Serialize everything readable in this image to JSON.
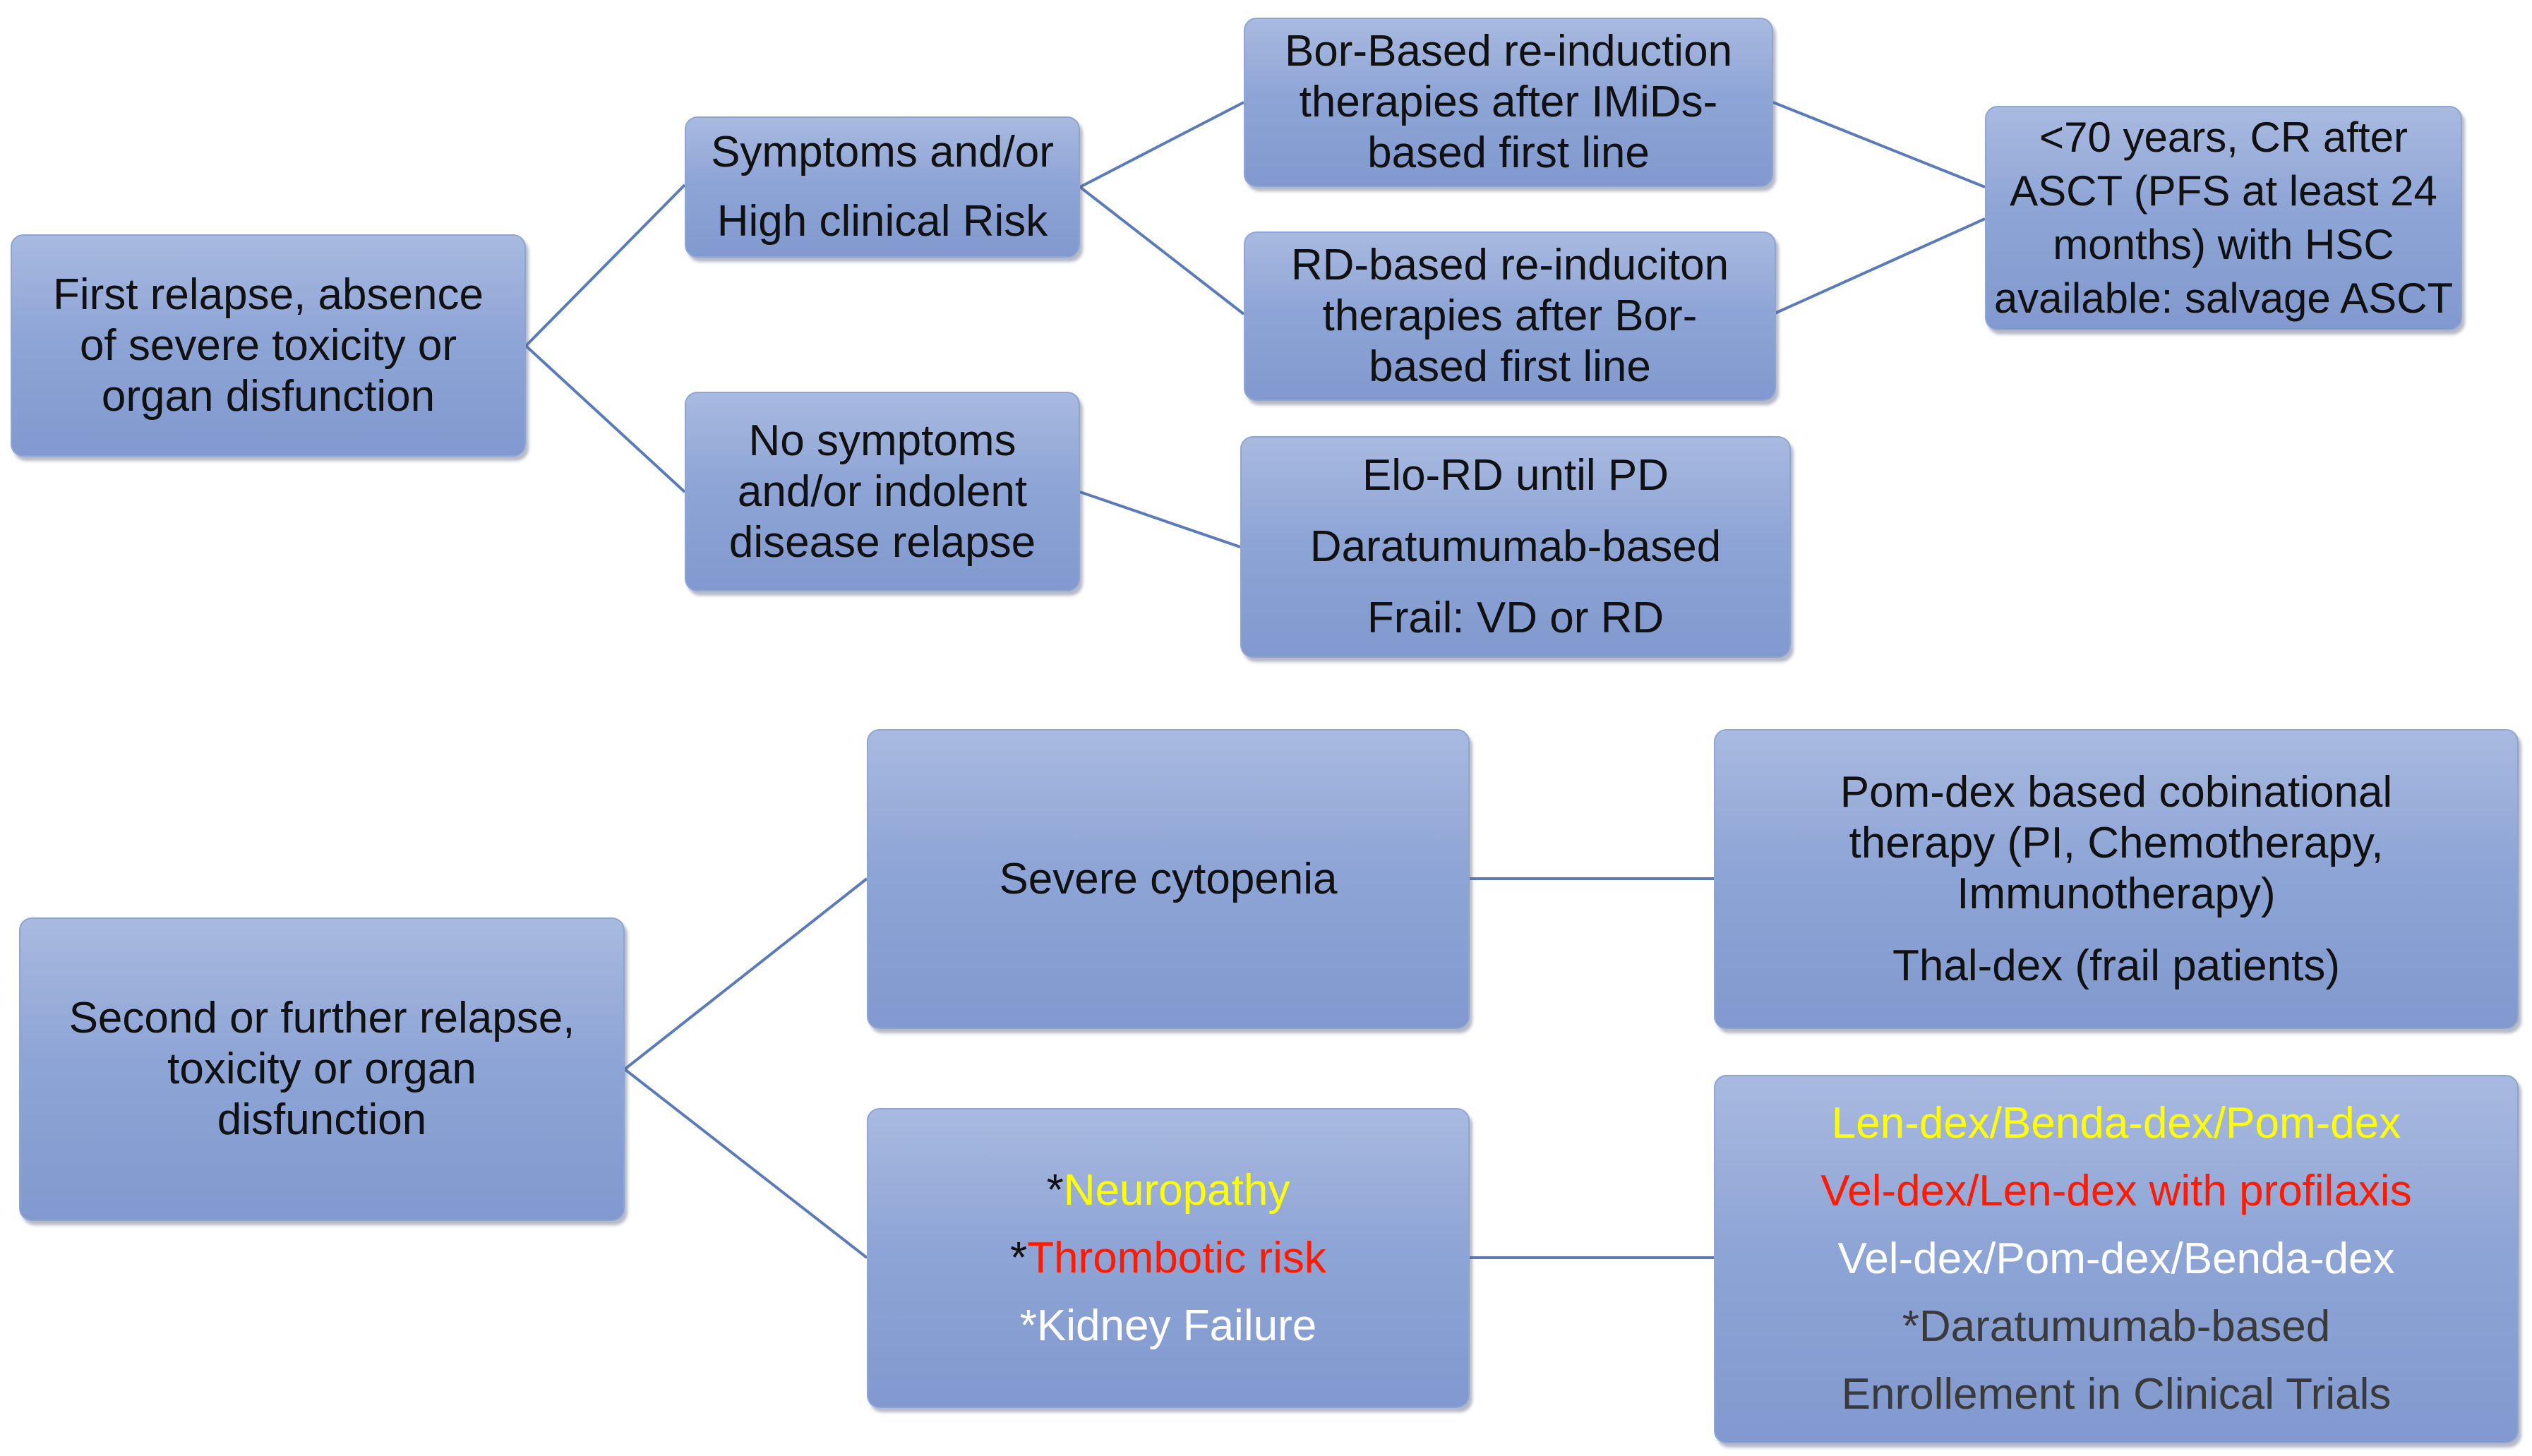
{
  "first_relapse": {
    "root": [
      "First relapse, absence",
      "of severe toxicity or",
      "organ disfunction"
    ],
    "symptoms": [
      "Symptoms and/or",
      "High clinical Risk"
    ],
    "no_symptoms": [
      "No symptoms",
      "and/or indolent",
      "disease relapse"
    ],
    "bor_based": [
      "Bor-Based re-induction",
      "therapies after IMiDs-",
      "based first line"
    ],
    "rd_based": [
      "RD-based re-induciton",
      "therapies after Bor-",
      "based first line"
    ],
    "salvage": [
      "<70 years, CR after",
      "ASCT (PFS at least 24",
      "months) with HSC",
      "available: salvage ASCT"
    ],
    "options": [
      "Elo-RD until PD",
      "Daratumumab-based",
      "Frail: VD or RD"
    ]
  },
  "further_relapse": {
    "root": [
      "Second or further relapse,",
      "toxicity or organ",
      "disfunction"
    ],
    "cytopenia": "Severe cytopenia",
    "pomdex": [
      "Pom-dex based cobinational",
      "therapy (PI, Chemotherapy,",
      "Immunotherapy)"
    ],
    "thaldex": "Thal-dex (frail patients)",
    "conditions": {
      "neuropathy": {
        "marker": "*",
        "label": "Neuropathy"
      },
      "thrombotic": {
        "marker": "*",
        "label": "Thrombotic risk"
      },
      "kidney": {
        "marker": "*",
        "label": "Kidney Failure"
      }
    },
    "regimens": [
      "Len-dex/Benda-dex/Pom-dex",
      "Vel-dex/Len-dex with profilaxis",
      "Vel-dex/Pom-dex/Benda-dex",
      "*Daratumumab-based",
      "Enrollement in Clinical Trials"
    ]
  },
  "colors": {
    "box_fill": "#8ea5d6",
    "connector": "#5b7bb8",
    "neuropathy": "#ffff00",
    "thrombotic": "#ff1a00",
    "kidney": "#ffffff"
  }
}
